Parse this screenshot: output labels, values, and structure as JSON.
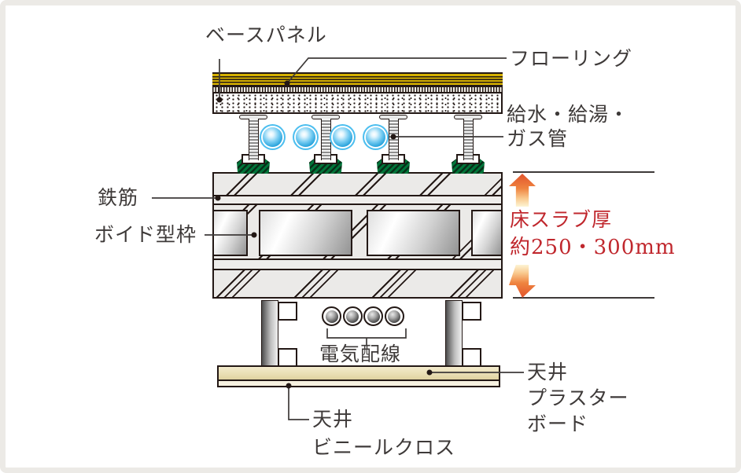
{
  "figure": {
    "title": "floor-slab construction cross-section",
    "labels": {
      "base_panel": "ベースパネル",
      "flooring": "フローリング",
      "pipes_line1": "給水・給湯・",
      "pipes_line2": "ガス管",
      "rebar": "鉄筋",
      "void_form": "ボイド型枠",
      "wiring": "電気配線",
      "ceiling_vinyl_line1": "天井",
      "ceiling_vinyl_line2": "ビニールクロス",
      "ceiling_plaster_line1": "天井",
      "ceiling_plaster_line2": "プラスター",
      "ceiling_plaster_line3": "ボード"
    },
    "annotation": {
      "thickness_line1": "床スラブ厚",
      "thickness_line2": "約250・300mm"
    },
    "counts": {
      "support_posts": 4,
      "pipes": 4,
      "void_boxes": 4,
      "electric_wires": 4
    },
    "colors": {
      "text": "#3e3a39",
      "accent_red": "#c0272d",
      "outline": "#231815",
      "flooring_yellow": "#d6b100",
      "pipe_blue": "#29abe2",
      "support_green": "#00753a",
      "concrete_gray": "#ebeae8",
      "ceiling_board_cream": "#e7dbae",
      "arrow_orange": "#e2532b"
    },
    "icons": {
      "thickness_arrow_up": "up-arrow",
      "thickness_arrow_down": "down-arrow",
      "leader_dot": "dot"
    }
  }
}
